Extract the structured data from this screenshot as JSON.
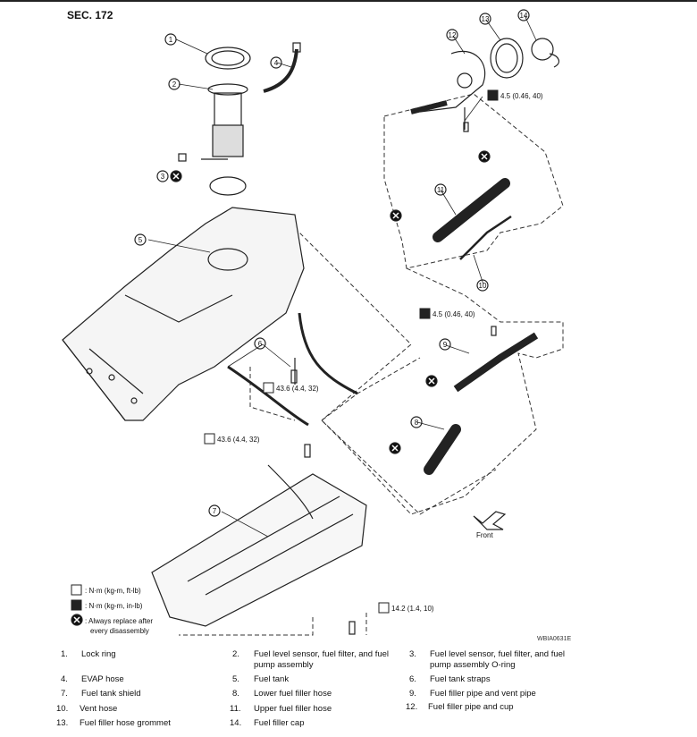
{
  "section": "SEC. 172",
  "figure_code": "WBIA0631E",
  "front_label": "Front",
  "torque_specs": {
    "filler_cup": "4.5 (0.46, 40)",
    "filler_pipe": "4.5 (0.46, 40)",
    "strap_a": "43.6 (4.4, 32)",
    "strap_b": "43.6 (4.4, 32)",
    "shield": "14.2 (1.4, 10)"
  },
  "legend": {
    "nm_kgm_ftlb": ": N·m (kg-m, ft-lb)",
    "nm_kgm_inlb": ": N·m (kg-m, in-lb)",
    "replace_1": ": Always replace after",
    "replace_2": "every disassembly"
  },
  "callouts": [
    "1",
    "2",
    "3",
    "4",
    "5",
    "6",
    "7",
    "8",
    "9",
    "10",
    "11",
    "12",
    "13",
    "14"
  ],
  "parts": [
    {
      "num": "1.",
      "name": "Lock ring"
    },
    {
      "num": "2.",
      "name": "Fuel level sensor, fuel filter, and fuel",
      "name2": "pump assembly"
    },
    {
      "num": "3.",
      "name": "Fuel level sensor, fuel filter, and fuel",
      "name2": "pump assembly O-ring"
    },
    {
      "num": "4.",
      "name": "EVAP hose"
    },
    {
      "num": "5.",
      "name": "Fuel tank"
    },
    {
      "num": "6.",
      "name": "Fuel tank straps"
    },
    {
      "num": "7.",
      "name": "Fuel tank shield"
    },
    {
      "num": "8.",
      "name": "Lower fuel filler hose"
    },
    {
      "num": "9.",
      "name": "Fuel filler pipe and vent pipe"
    },
    {
      "num": "10.",
      "name": "Vent hose"
    },
    {
      "num": "11.",
      "name": "Upper fuel filler hose"
    },
    {
      "num": "12.",
      "name": "Fuel filler pipe and cup"
    },
    {
      "num": "13.",
      "name": "Fuel filler hose grommet"
    },
    {
      "num": "14.",
      "name": "Fuel filler cap"
    }
  ]
}
